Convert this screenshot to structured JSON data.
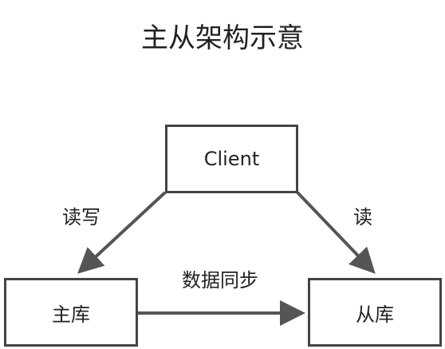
{
  "title": "主从架构示意",
  "nodes": {
    "client": "Client",
    "master": "主库",
    "slave": "从库"
  },
  "edges": {
    "client_master": "读写",
    "client_slave": "读",
    "master_slave": "数据同步"
  },
  "colors": {
    "stroke": "#444444",
    "text": "#222222",
    "background": "#ffffff"
  }
}
